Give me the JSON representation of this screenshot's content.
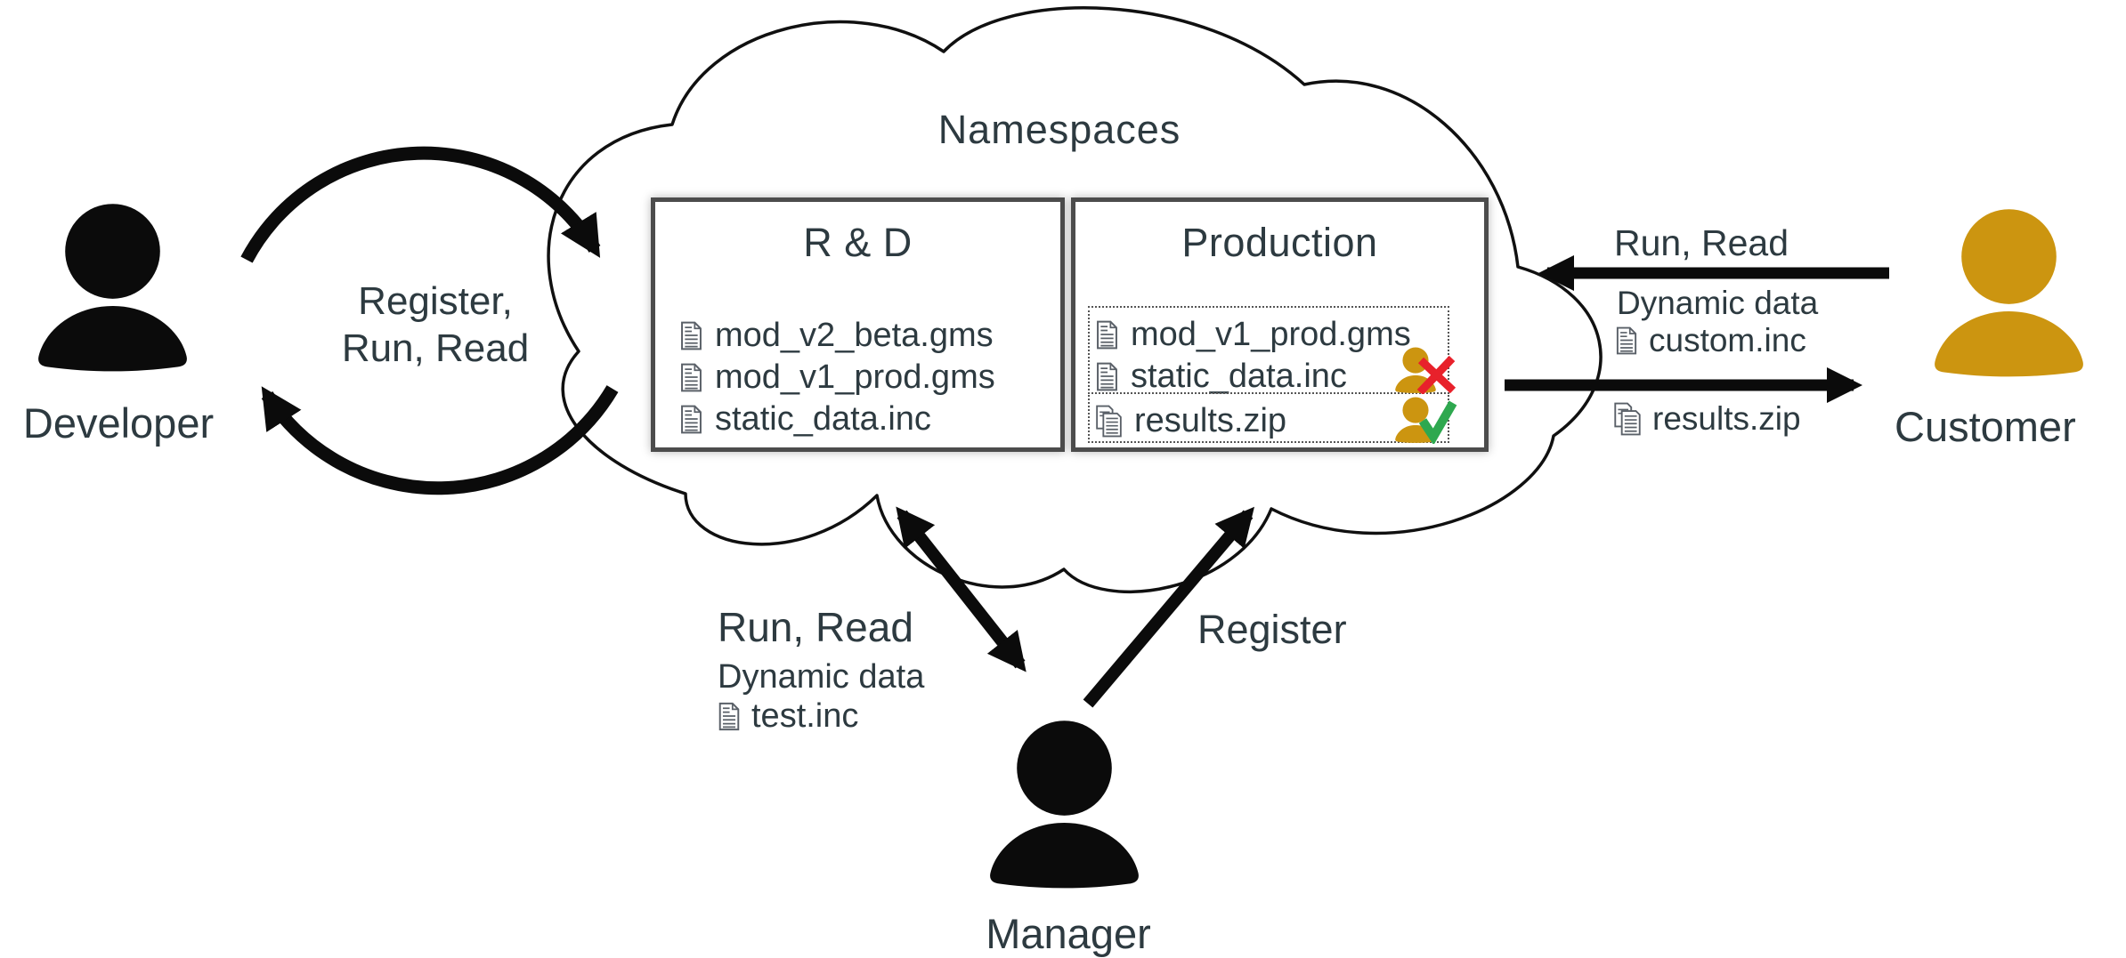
{
  "diagram_title": "Namespaces",
  "colors": {
    "text": "#2D3A40",
    "ink": "#0B0B0B",
    "actor_gold": "#CC9510",
    "denied_red": "#E8212B",
    "granted_green": "#2EA84F",
    "box_border": "#4C4C4C"
  },
  "icons": {
    "file": "document-icon",
    "archive": "documents-stack-icon",
    "actor": "person-icon",
    "denied": "red-x-icon",
    "granted": "green-check-icon"
  },
  "actors": {
    "developer": {
      "label": "Developer"
    },
    "manager": {
      "label": "Manager"
    },
    "customer": {
      "label": "Customer"
    }
  },
  "namespaces": {
    "rnd": {
      "title": "R & D",
      "files": [
        "mod_v2_beta.gms",
        "mod_v1_prod.gms",
        "static_data.inc"
      ]
    },
    "production": {
      "title": "Production",
      "groups": [
        {
          "files": [
            "mod_v1_prod.gms",
            "static_data.inc"
          ],
          "access": "denied"
        },
        {
          "files": [
            "results.zip"
          ],
          "access": "granted"
        }
      ]
    }
  },
  "edges": {
    "developer_cloud": {
      "line1": "Register,",
      "line2": "Run, Read"
    },
    "customer_to_cloud": {
      "label": "Run, Read",
      "sublabel": "Dynamic data",
      "file": "custom.inc"
    },
    "cloud_to_customer": {
      "file": "results.zip"
    },
    "manager_cloud": {
      "label": "Run, Read",
      "sublabel": "Dynamic data",
      "file": "test.inc"
    },
    "manager_register": {
      "label": "Register"
    }
  }
}
